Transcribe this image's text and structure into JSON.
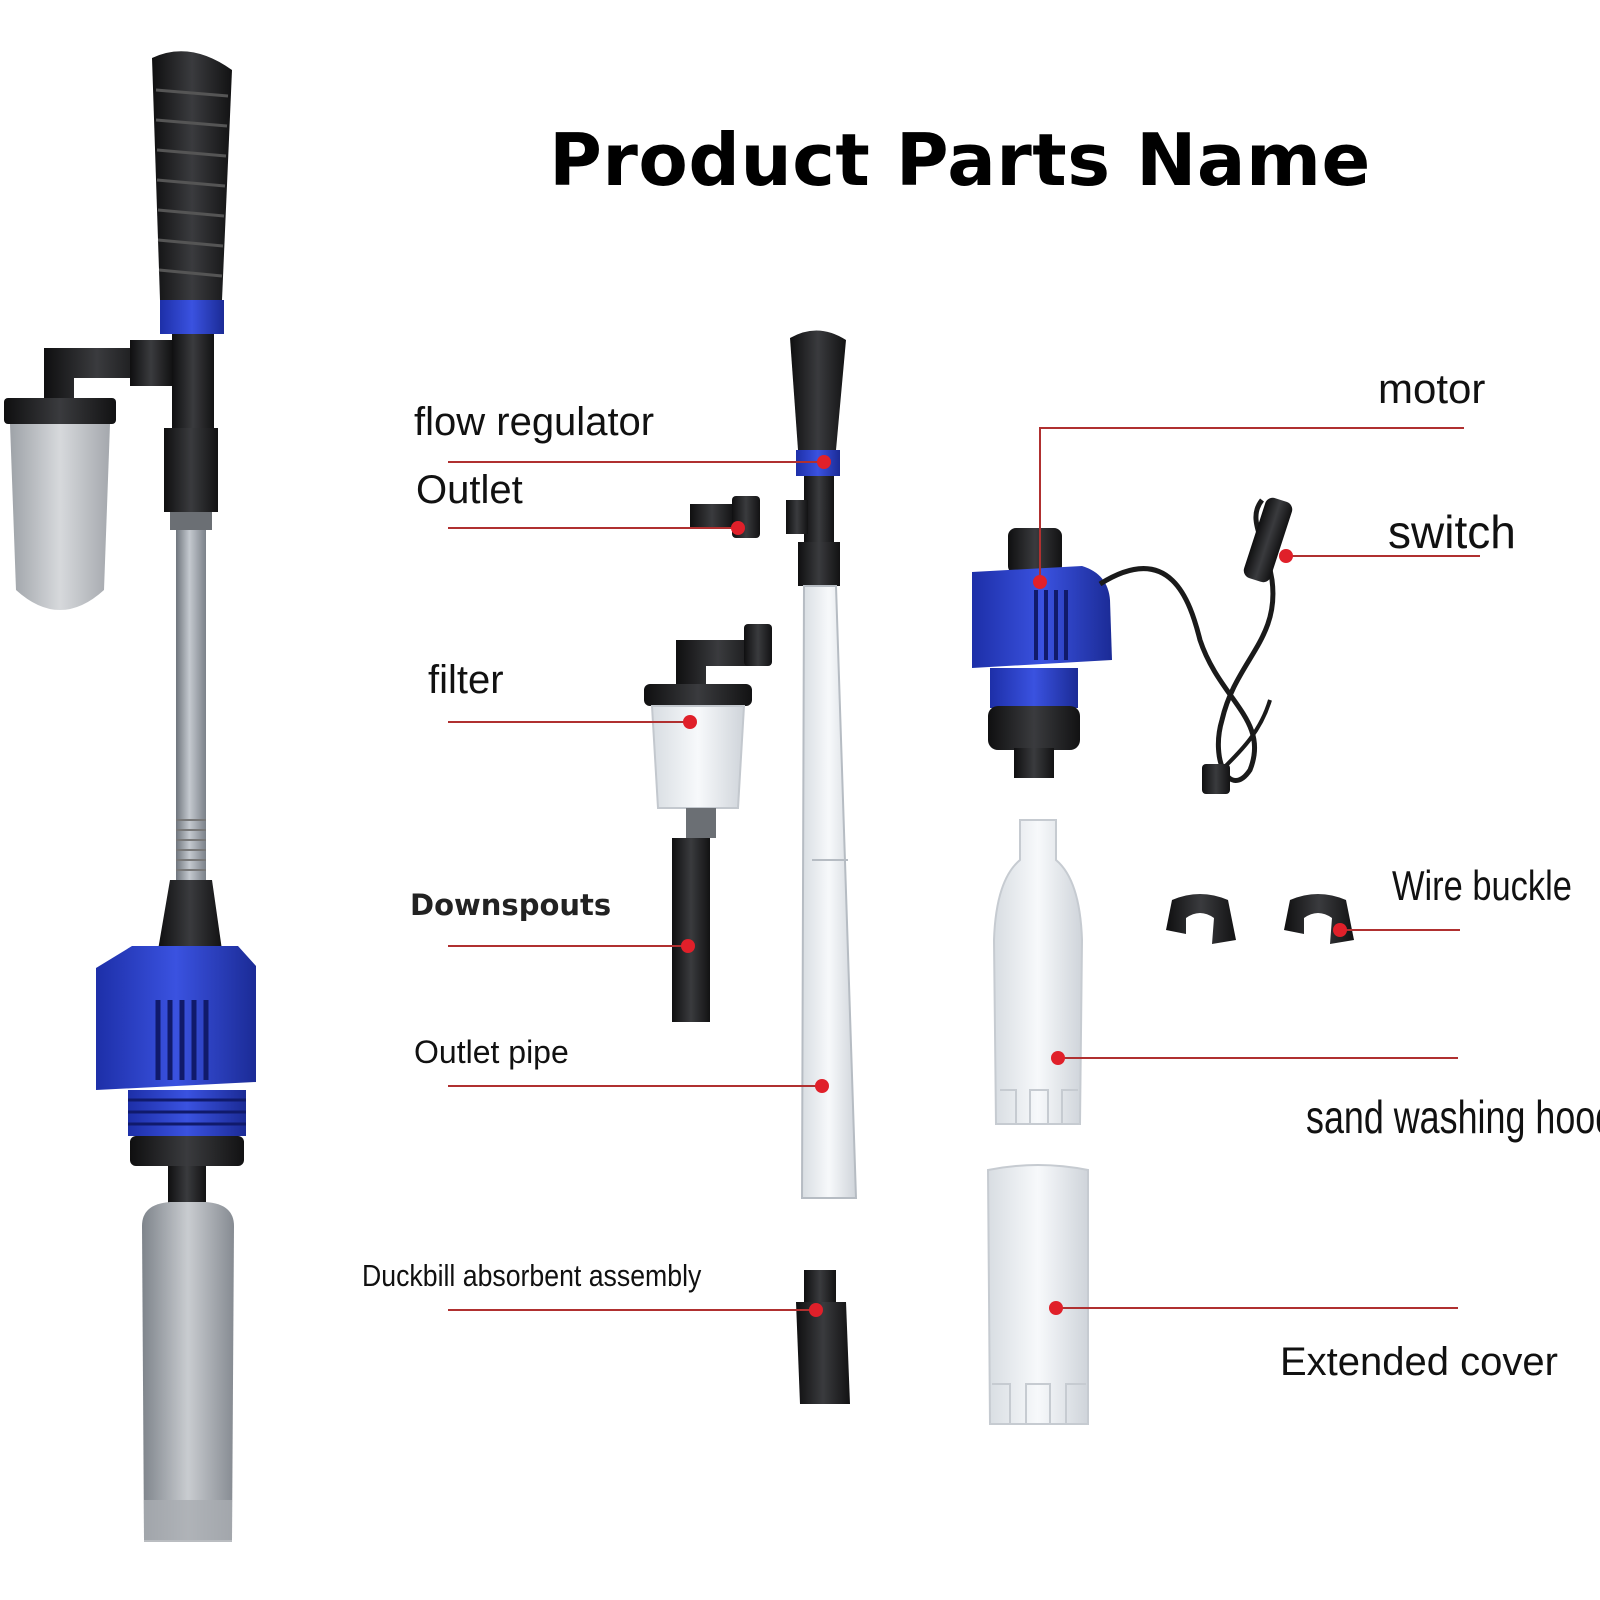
{
  "title": "Product Parts Name",
  "parts": {
    "flow_regulator": "flow regulator",
    "outlet": "Outlet",
    "filter": "filter",
    "downspouts": "Downspouts",
    "outlet_pipe": "Outlet pipe",
    "duckbill": "Duckbill absorbent assembly",
    "motor": "motor",
    "switch": "switch",
    "wire_buckle": "Wire buckle",
    "sand_washing_hood": "sand washing hood",
    "extended_cover": "Extended cover"
  },
  "colors": {
    "leader_line": "#b03030",
    "marker_dot": "#e0202a",
    "motor_blue": "#2b3fc4",
    "tube_grey": "#9aa0a8",
    "handle_black": "#1e1e1e"
  }
}
